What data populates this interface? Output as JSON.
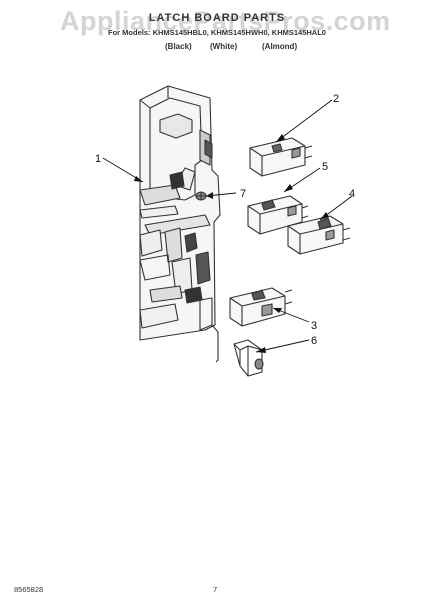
{
  "watermark": "AppliancePartsPros.com",
  "header": {
    "title": "LATCH BOARD PARTS",
    "models": "For Models: KHMS145HBL0, KHMS145HWH0, KHMS145HAL0",
    "variants": [
      "(Black)",
      "(White)",
      "(Almond)"
    ]
  },
  "callouts": [
    "1",
    "2",
    "3",
    "4",
    "5",
    "6",
    "7"
  ],
  "footer": {
    "left": "8565828",
    "page": "7"
  }
}
